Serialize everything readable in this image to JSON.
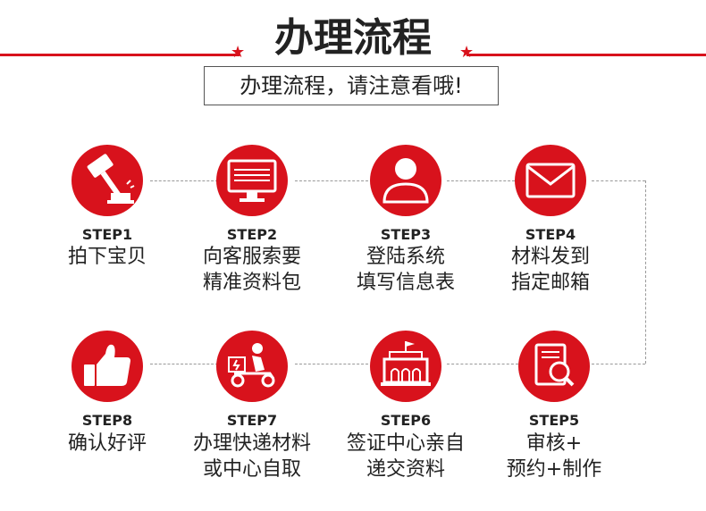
{
  "header": {
    "title_part1": "办理",
    "title_part2": "流程",
    "subtitle": "办理流程，请注意看哦!"
  },
  "colors": {
    "accent": "#d8121c",
    "text": "#222222",
    "connector": "#999999"
  },
  "steps": [
    {
      "label": "STEP1",
      "line1": "拍下宝贝",
      "line2": "",
      "icon": "gavel-icon"
    },
    {
      "label": "STEP2",
      "line1": "向客服索要",
      "line2": "精准资料包",
      "icon": "monitor-icon"
    },
    {
      "label": "STEP3",
      "line1": "登陆系统",
      "line2": "填写信息表",
      "icon": "user-icon"
    },
    {
      "label": "STEP4",
      "line1": "材料发到",
      "line2": "指定邮箱",
      "icon": "envelope-icon"
    },
    {
      "label": "STEP5",
      "line1": "审核+",
      "line2": "预约+制作",
      "icon": "document-search-icon"
    },
    {
      "label": "STEP6",
      "line1": "签证中心亲自",
      "line2": "递交资料",
      "icon": "building-icon"
    },
    {
      "label": "STEP7",
      "line1": "办理快递材料",
      "line2": "或中心自取",
      "icon": "delivery-rider-icon"
    },
    {
      "label": "STEP8",
      "line1": "确认好评",
      "line2": "",
      "icon": "thumbs-up-icon"
    }
  ]
}
